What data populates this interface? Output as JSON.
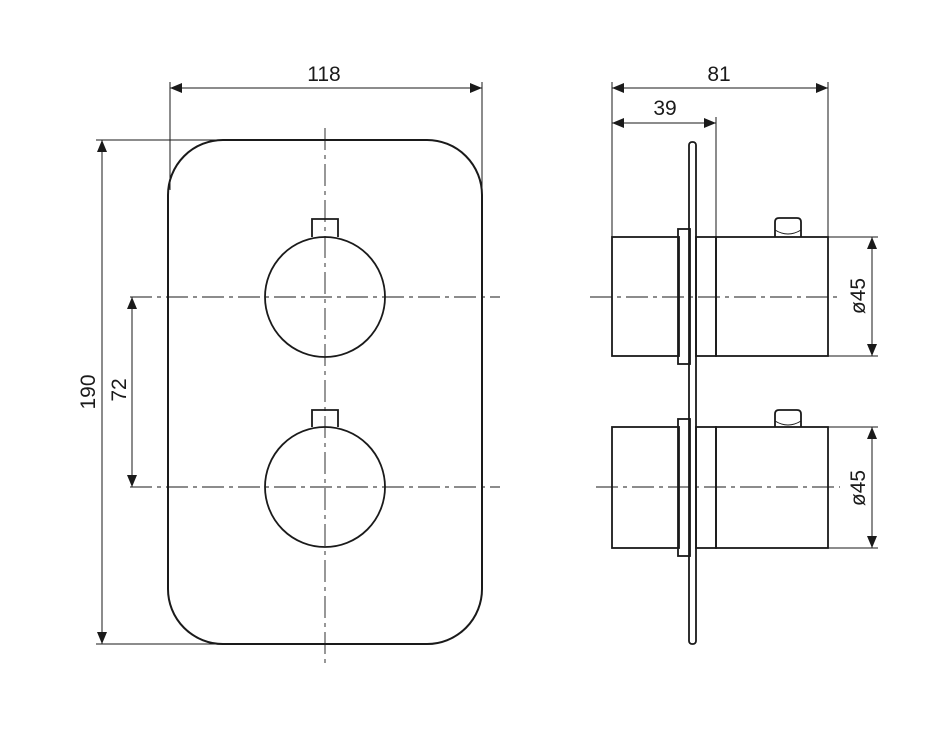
{
  "dimensions": {
    "plate_width": "118",
    "plate_height": "190",
    "knob_spacing": "72",
    "depth_total": "81",
    "depth_body": "39",
    "knob_diameter_top": "ø45",
    "knob_diameter_bottom": "ø45"
  },
  "colors": {
    "line": "#1a1a1a",
    "background": "#ffffff"
  }
}
